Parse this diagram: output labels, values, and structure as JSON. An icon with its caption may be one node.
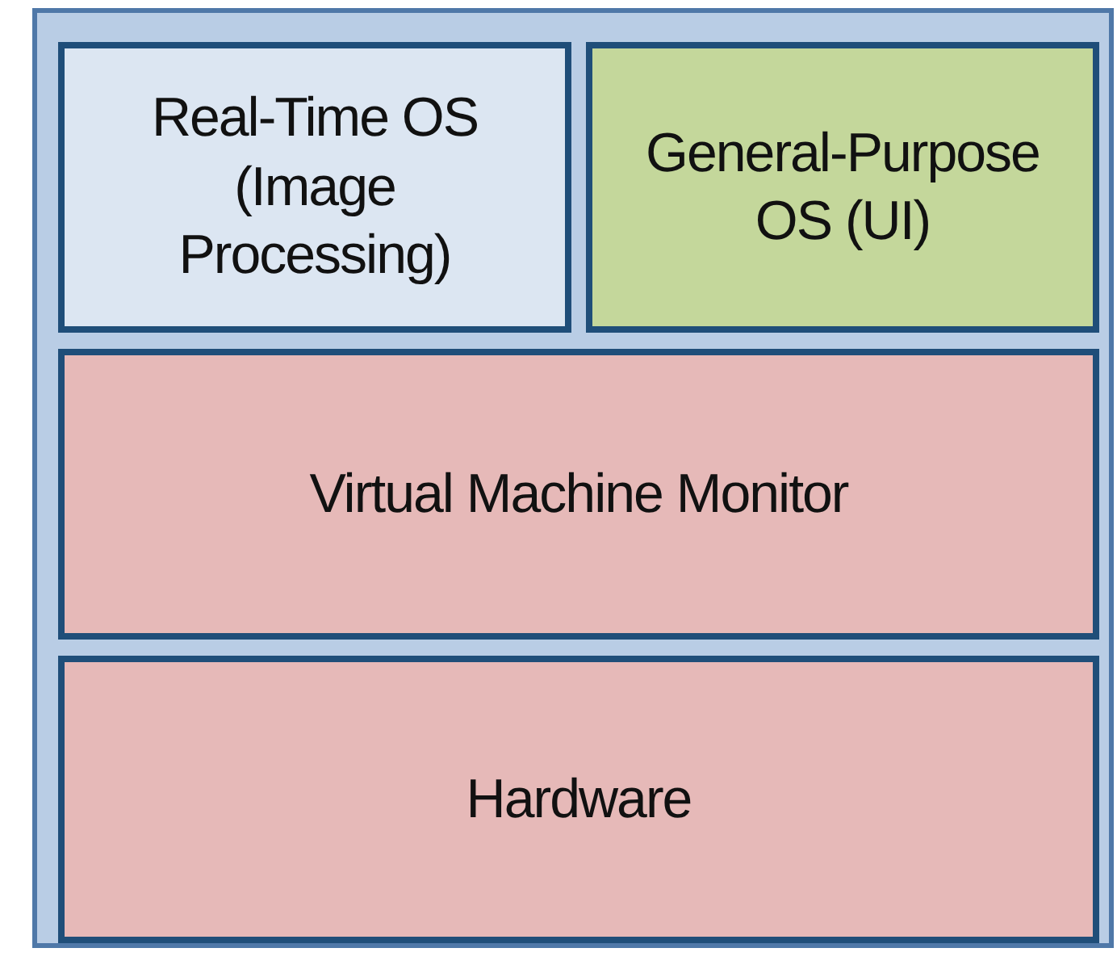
{
  "diagram": {
    "nodes": [
      {
        "text": [],
        "shape": "box"
      },
      {
        "text": [
          "Real-Time OS (Image Processing)"
        ],
        "in": 0
      },
      {
        "text": [
          "General-Purpose OS (UI)"
        ],
        "in": 0
      },
      {
        "text": [
          "Virtual Machine Monitor"
        ],
        "in": 0
      },
      {
        "text": [
          "Hardware"
        ],
        "in": 0
      }
    ]
  }
}
